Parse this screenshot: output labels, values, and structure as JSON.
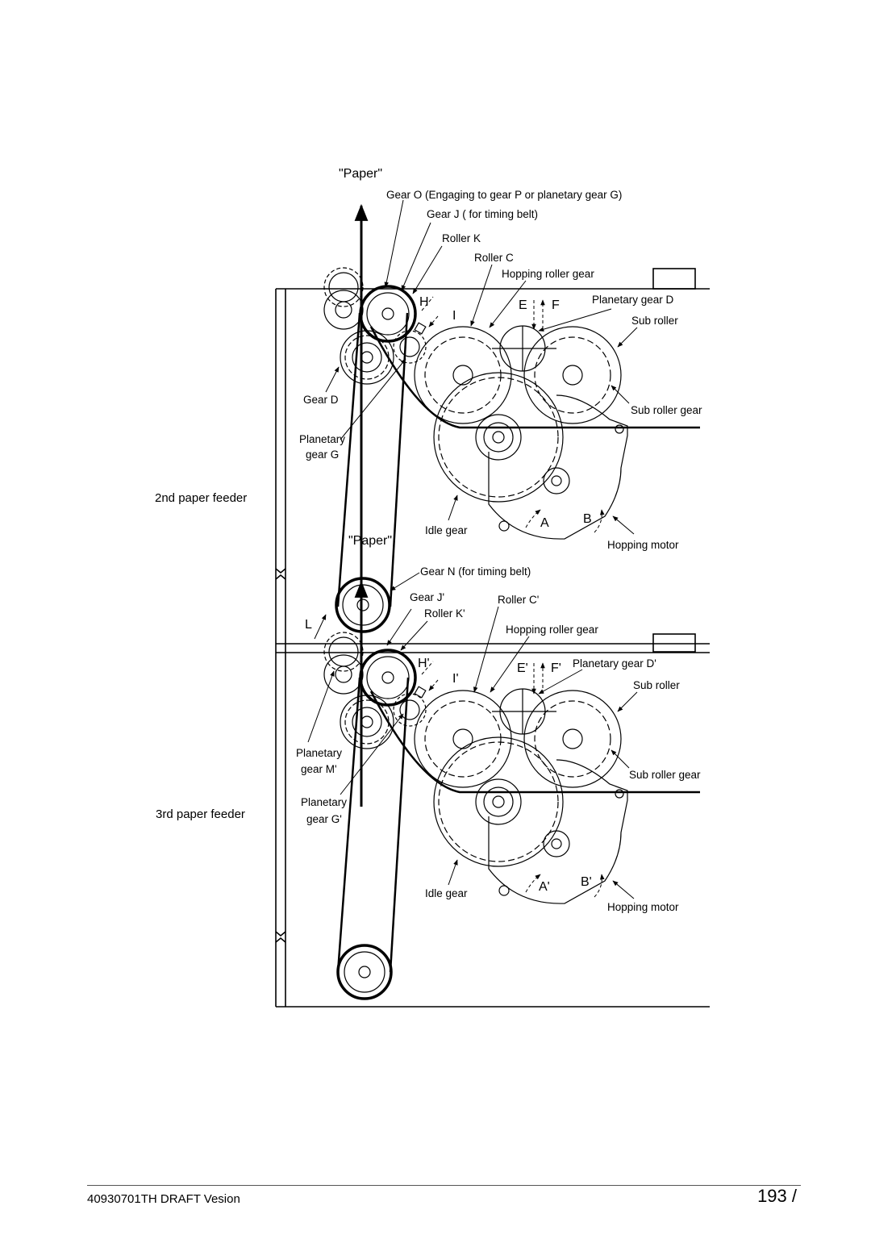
{
  "diagram": {
    "upper": {
      "paper": "\"Paper\"",
      "gear_o": "Gear O (Engaging to gear P or planetary gear G)",
      "gear_j": "Gear J ( for timing belt)",
      "roller_k": "Roller K",
      "roller_c": "Roller C",
      "hopping_roller_gear": "Hopping roller gear",
      "planetary_gear_d": "Planetary gear D",
      "sub_roller": "Sub roller",
      "sub_roller_gear": "Sub roller gear",
      "gear_d": "Gear D",
      "planetary_g_1": "Planetary",
      "planetary_g_2": "gear G",
      "idle_gear": "Idle gear",
      "hopping_motor": "Hopping motor",
      "H": "H",
      "I": "I",
      "E": "E",
      "F": "F",
      "A": "A",
      "B": "B",
      "feeder": "2nd paper feeder"
    },
    "middle": {
      "paper": "\"Paper\"",
      "gear_n": "Gear N (for timing belt)",
      "gear_j2": "Gear J'",
      "roller_c2": "Roller C'",
      "roller_k2": "Roller K'",
      "hopping_roller_gear": "Hopping roller gear",
      "L": "L"
    },
    "lower": {
      "planetary_gear_d2": "Planetary gear D'",
      "sub_roller": "Sub roller",
      "sub_roller_gear": "Sub roller gear",
      "planetary_m_1": "Planetary",
      "planetary_m_2": "gear M'",
      "planetary_g_1": "Planetary",
      "planetary_g_2": "gear G'",
      "idle_gear": "Idle gear",
      "hopping_motor": "Hopping motor",
      "H": "H'",
      "I": "I'",
      "E": "E'",
      "F": "F'",
      "A": "A'",
      "B": "B'",
      "feeder": "3rd paper feeder"
    }
  },
  "footer": {
    "doc_id": "40930701TH  DRAFT Vesion",
    "page_number": "193 /"
  }
}
